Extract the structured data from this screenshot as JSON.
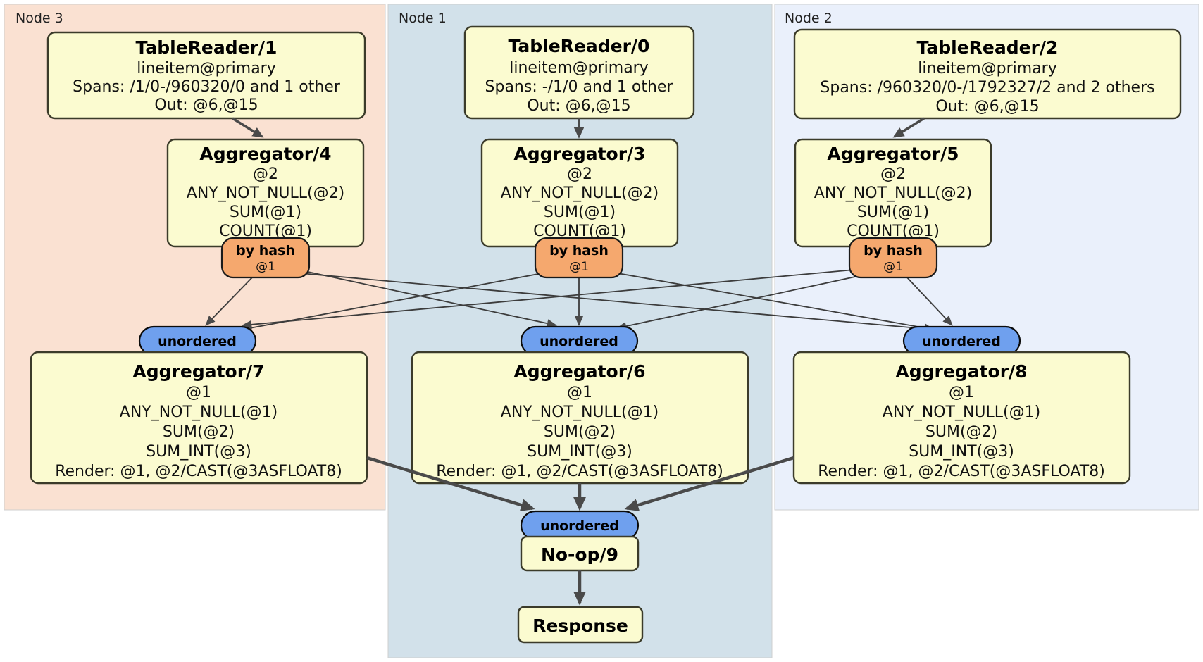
{
  "diagram": {
    "type": "distributed-query-plan",
    "title": "DistSQL physical plan"
  },
  "colors": {
    "node3_bg": "#fae1d2",
    "node1_bg": "#d2e1ea",
    "node2_bg": "#eaf0fb",
    "box_fill": "#fbfbd0",
    "box_stroke": "#3b3b2a",
    "hash_fill": "#f5a86e",
    "hash_stroke": "#1a1a1a",
    "unordered_fill": "#6fa0ee",
    "unordered_stroke": "#0b0b0b",
    "edge": "#3c3c3c",
    "edge_thick": "#4a4a4a"
  },
  "regions": [
    {
      "id": "node3",
      "label": "Node 3"
    },
    {
      "id": "node1",
      "label": "Node 1"
    },
    {
      "id": "node2",
      "label": "Node 2"
    }
  ],
  "readers": [
    {
      "id": "tr1",
      "title": "TableReader/1",
      "lines": [
        "lineitem@primary",
        "Spans: /1/0-/960320/0 and 1 other",
        "Out: @6,@15"
      ]
    },
    {
      "id": "tr0",
      "title": "TableReader/0",
      "lines": [
        "lineitem@primary",
        "Spans: -/1/0 and 1 other",
        "Out: @6,@15"
      ]
    },
    {
      "id": "tr2",
      "title": "TableReader/2",
      "lines": [
        "lineitem@primary",
        "Spans: /960320/0-/1792327/2 and 2 others",
        "Out: @6,@15"
      ]
    }
  ],
  "local_aggregators": [
    {
      "id": "agg4",
      "title": "Aggregator/4",
      "lines": [
        "@2",
        "ANY_NOT_NULL(@2)",
        "SUM(@1)",
        "COUNT(@1)"
      ]
    },
    {
      "id": "agg3",
      "title": "Aggregator/3",
      "lines": [
        "@2",
        "ANY_NOT_NULL(@2)",
        "SUM(@1)",
        "COUNT(@1)"
      ]
    },
    {
      "id": "agg5",
      "title": "Aggregator/5",
      "lines": [
        "@2",
        "ANY_NOT_NULL(@2)",
        "SUM(@1)",
        "COUNT(@1)"
      ]
    }
  ],
  "hash_routers": [
    {
      "id": "hash4",
      "label": "by hash",
      "sub": "@1"
    },
    {
      "id": "hash3",
      "label": "by hash",
      "sub": "@1"
    },
    {
      "id": "hash5",
      "label": "by hash",
      "sub": "@1"
    }
  ],
  "synchronizers_mid": [
    {
      "id": "sync7",
      "label": "unordered"
    },
    {
      "id": "sync6",
      "label": "unordered"
    },
    {
      "id": "sync8",
      "label": "unordered"
    }
  ],
  "final_aggregators": [
    {
      "id": "agg7",
      "title": "Aggregator/7",
      "lines": [
        "@1",
        "ANY_NOT_NULL(@1)",
        "SUM(@2)",
        "SUM_INT(@3)",
        "Render: @1, @2/CAST(@3ASFLOAT8)"
      ]
    },
    {
      "id": "agg6",
      "title": "Aggregator/6",
      "lines": [
        "@1",
        "ANY_NOT_NULL(@1)",
        "SUM(@2)",
        "SUM_INT(@3)",
        "Render: @1, @2/CAST(@3ASFLOAT8)"
      ]
    },
    {
      "id": "agg8",
      "title": "Aggregator/8",
      "lines": [
        "@1",
        "ANY_NOT_NULL(@1)",
        "SUM(@2)",
        "SUM_INT(@3)",
        "Render: @1, @2/CAST(@3ASFLOAT8)"
      ]
    }
  ],
  "final_sync": {
    "id": "sync9",
    "label": "unordered"
  },
  "noop": {
    "id": "noop9",
    "label": "No-op/9"
  },
  "response": {
    "id": "response",
    "label": "Response"
  }
}
